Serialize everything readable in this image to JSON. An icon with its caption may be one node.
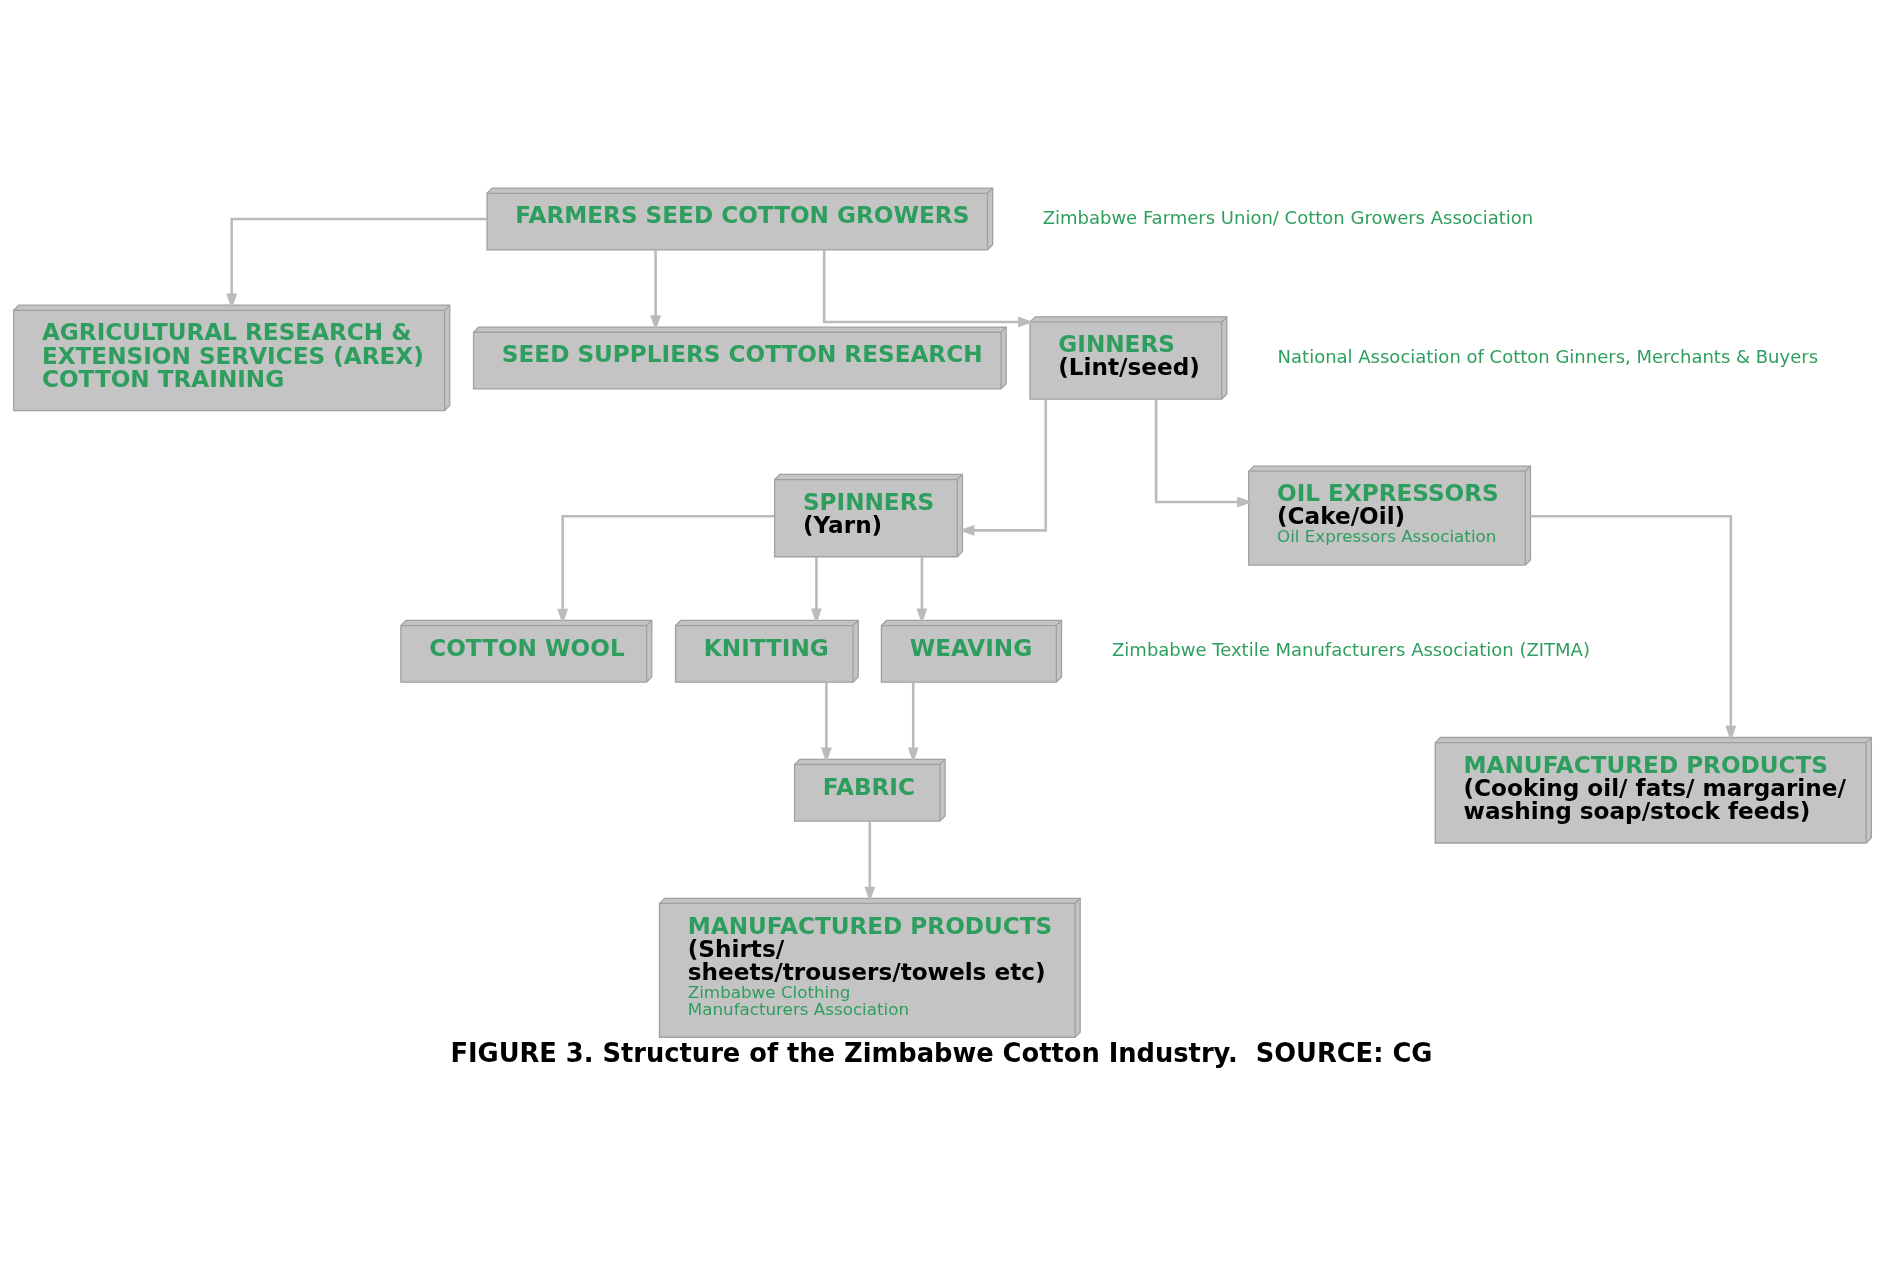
{
  "diagram": {
    "caption": "FIGURE 3. Structure of the Zimbabwe Cotton Industry.  SOURCE: CG",
    "nodes": [
      {
        "text": [
          "FARMERS SEED COTTON GROWERS"
        ],
        "beside": [
          "Zimbabwe Farmers Union/ Cotton Growers Association"
        ]
      },
      {
        "text": [
          "AGRICULTURAL RESEARCH & EXTENSION SERVICES (AREX) COTTON TRAINING"
        ]
      },
      {
        "text": [
          "SEED SUPPLIERS COTTON RESEARCH"
        ]
      },
      {
        "text": [
          "GINNERS",
          "(Lint/seed)"
        ],
        "beside": [
          "National Association of Cotton Ginners, Merchants & Buyers"
        ]
      },
      {
        "text": [
          "SPINNERS",
          "(Yarn)"
        ]
      },
      {
        "text": [
          "OIL EXPRESSORS",
          "(Cake/Oil)",
          "Oil Expressors Association"
        ]
      },
      {
        "text": [
          "COTTON WOOL"
        ]
      },
      {
        "text": [
          "KNITTING"
        ]
      },
      {
        "text": [
          "WEAVING"
        ]
      },
      {
        "text": [
          "MANUFACTURED PRODUCTS",
          "(Cooking oil/ fats/ margarine/ washing soap/stock feeds)"
        ]
      },
      {
        "text": [
          "FABRIC"
        ]
      },
      {
        "text": [
          "MANUFACTURED PRODUCTS",
          "(Shirts/ sheets/trousers/towels etc)",
          "Zimbabwe Clothing Manufacturers Association"
        ]
      }
    ],
    "edges": [
      {
        "from": 0,
        "to": 1,
        "arrow": "to"
      },
      {
        "from": 0,
        "to": 2,
        "arrow": "to"
      },
      {
        "from": 0,
        "to": 3,
        "arrow": "to"
      },
      {
        "from": 3,
        "to": 4,
        "arrow": "to"
      },
      {
        "from": 3,
        "to": 5,
        "arrow": "to"
      },
      {
        "from": 4,
        "to": 6,
        "arrow": "to"
      },
      {
        "from": 4,
        "to": 7,
        "arrow": "to"
      },
      {
        "from": 4,
        "to": 8,
        "arrow": "to"
      },
      {
        "from": 5,
        "to": 9,
        "arrow": "to"
      },
      {
        "from": 7,
        "to": 10,
        "arrow": "to"
      },
      {
        "from": 8,
        "to": 10,
        "arrow": "to"
      },
      {
        "from": 10,
        "to": 11,
        "arrow": "to"
      }
    ],
    "labels": [
      "Zimbabwe Textile Manufacturers Association (ZITMA)"
    ]
  }
}
